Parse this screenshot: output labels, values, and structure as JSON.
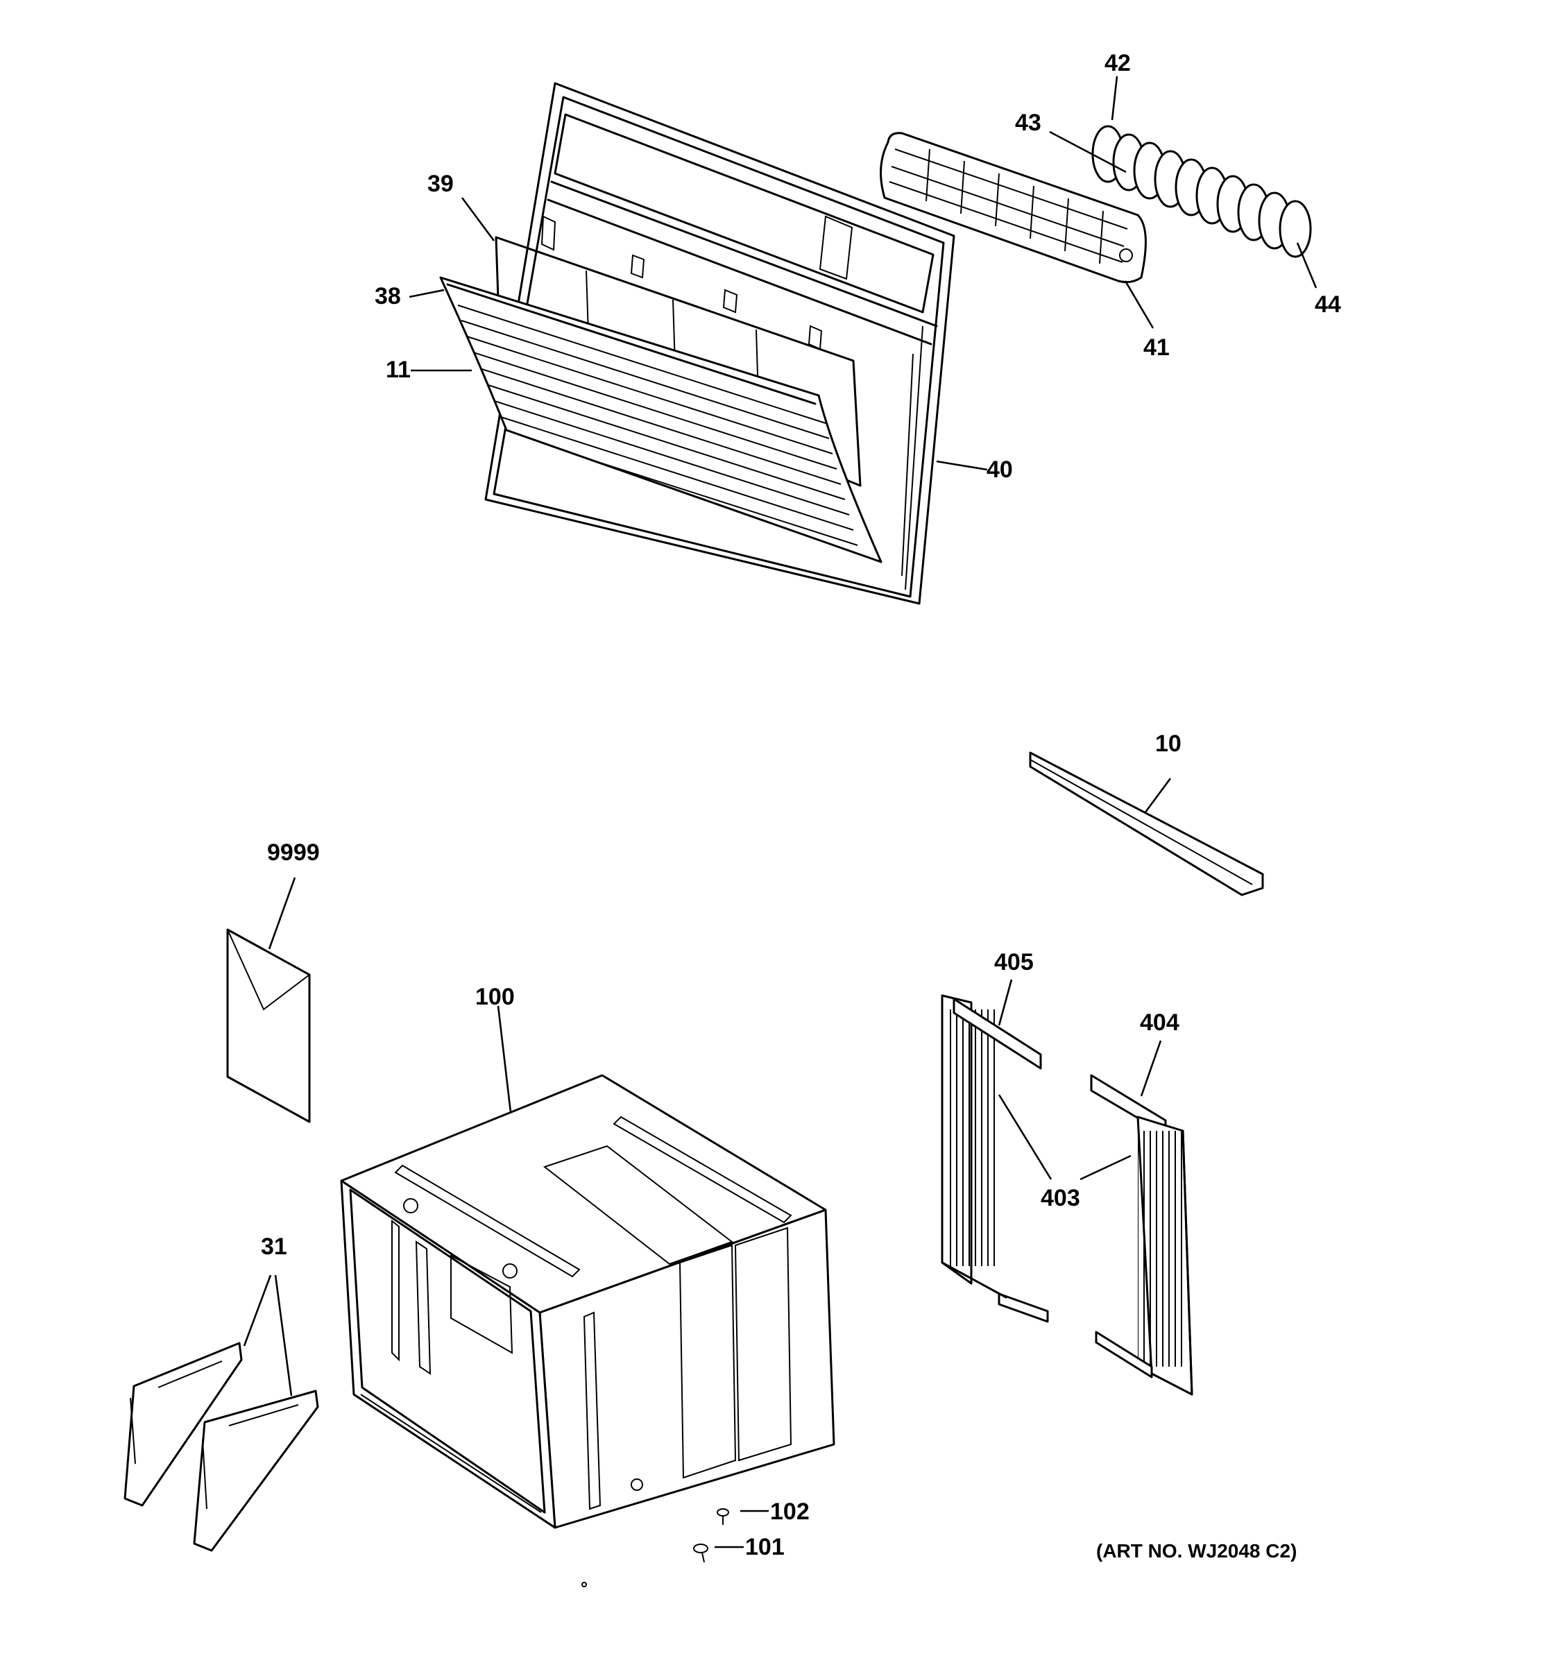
{
  "diagram": {
    "callouts": {
      "p42": "42",
      "p43": "43",
      "p39": "39",
      "p38": "38",
      "p11": "11",
      "p44": "44",
      "p41": "41",
      "p40": "40",
      "p10": "10",
      "p9999": "9999",
      "p405": "405",
      "p404": "404",
      "p100": "100",
      "p403": "403",
      "p31": "31",
      "p102": "102",
      "p101": "101"
    },
    "art_number": "(ART NO. WJ2048 C2)"
  }
}
